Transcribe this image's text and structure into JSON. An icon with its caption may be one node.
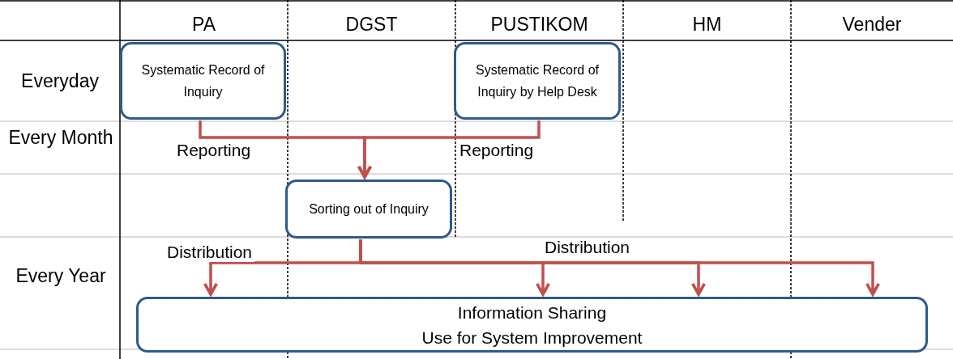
{
  "diagram": {
    "nodes": [
      {
        "text": [
          "Systematic Record of Inquiry"
        ]
      },
      {
        "text": [
          "Systematic Record of Inquiry by Help Desk"
        ]
      },
      {
        "text": [
          "Sorting out of Inquiry"
        ]
      },
      {
        "text": [
          "Information Sharing",
          "Use for System Improvement"
        ]
      }
    ],
    "edges": [
      {
        "from": 0,
        "to": 2,
        "arrow": "to",
        "label": "Reporting"
      },
      {
        "from": 1,
        "to": 2,
        "arrow": "to",
        "label": "Reporting"
      },
      {
        "from": 2,
        "to": 3,
        "arrow": "to",
        "label": "Distribution"
      },
      {
        "from": 2,
        "to": 3,
        "arrow": "to"
      },
      {
        "from": 2,
        "to": 3,
        "arrow": "to",
        "label": "Distribution"
      },
      {
        "from": 2,
        "to": 3,
        "arrow": "to"
      }
    ],
    "labels": [
      "PA",
      "DGST",
      "PUSTIKOM",
      "HM",
      "Vender",
      "Everyday",
      "Every Month",
      "Every Year"
    ]
  }
}
